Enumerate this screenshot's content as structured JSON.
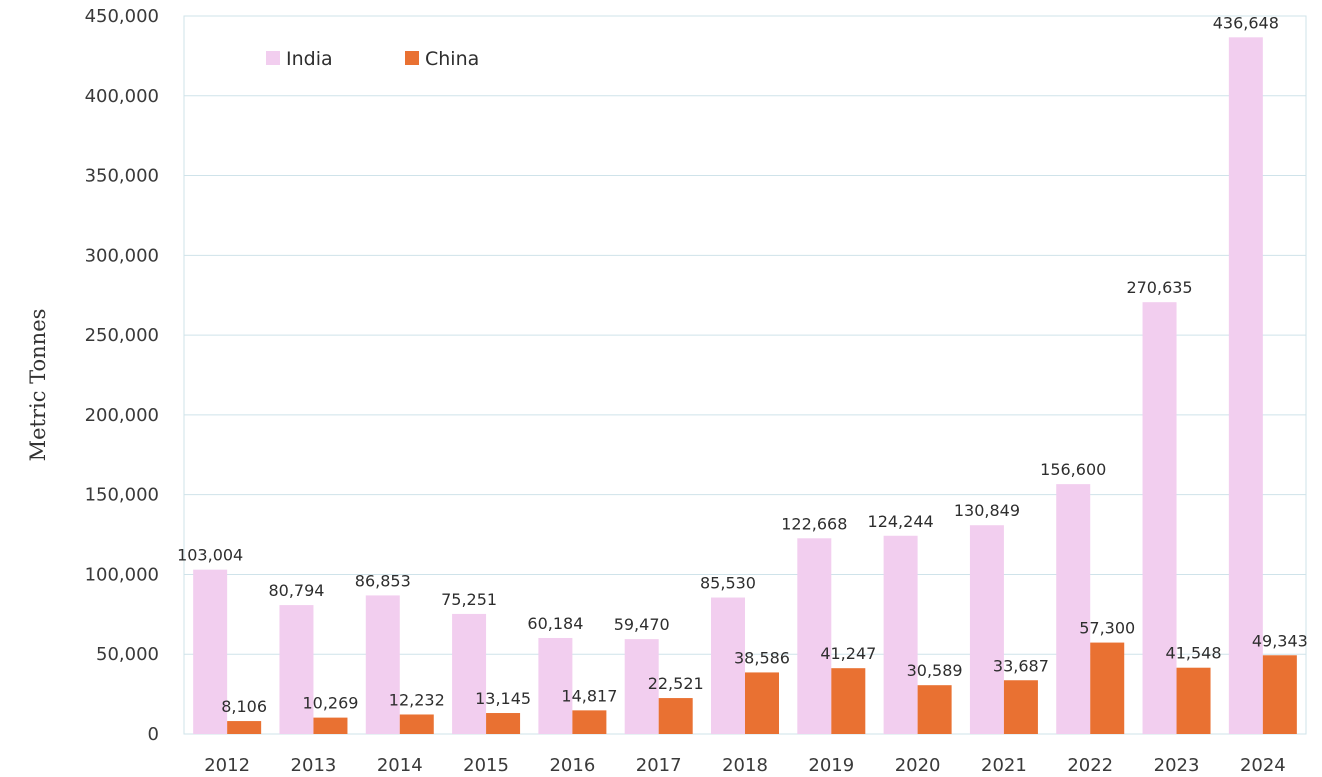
{
  "chart_data": {
    "type": "bar",
    "title": "",
    "xlabel": "",
    "ylabel": "Metric Tonnes",
    "ylim": [
      0,
      450000
    ],
    "yticks": [
      0,
      50000,
      100000,
      150000,
      200000,
      250000,
      300000,
      350000,
      400000,
      450000
    ],
    "grid": "horizontal",
    "legend_position": "top-left",
    "categories": [
      "2012",
      "2013",
      "2014",
      "2015",
      "2016",
      "2017",
      "2018",
      "2019",
      "2020",
      "2021",
      "2022",
      "2023",
      "2024"
    ],
    "series": [
      {
        "name": "India",
        "color": "#F2CEEF",
        "values": [
          103004,
          80794,
          86853,
          75251,
          60184,
          59470,
          85530,
          122668,
          124244,
          130849,
          156600,
          270635,
          436648
        ]
      },
      {
        "name": "China",
        "color": "#E97132",
        "values": [
          8106,
          10269,
          12232,
          13145,
          14817,
          22521,
          38586,
          41247,
          30589,
          33687,
          57300,
          41548,
          49343
        ]
      }
    ]
  }
}
